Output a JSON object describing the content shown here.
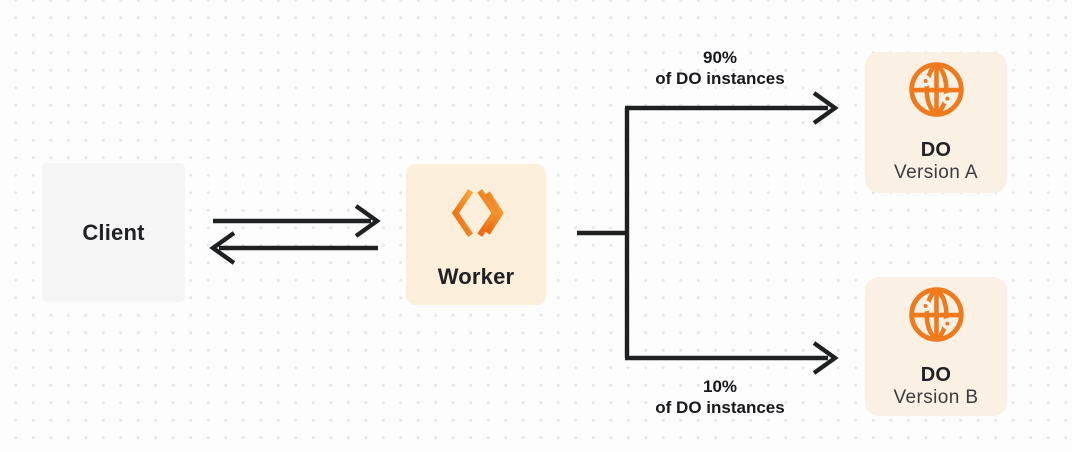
{
  "diagram": {
    "description": "Worker routing traffic between two Durable Object versions"
  },
  "nodes": {
    "client": {
      "label": "Client"
    },
    "worker": {
      "label": "Worker"
    },
    "do_version_a": {
      "title": "DO",
      "subtitle": "Version A"
    },
    "do_version_b": {
      "title": "DO",
      "subtitle": "Version B"
    }
  },
  "edges": {
    "worker_to_version_a": {
      "percent": "90%",
      "caption": "of DO instances"
    },
    "worker_to_version_b": {
      "percent": "10%",
      "caption": "of DO instances"
    }
  },
  "icons": {
    "worker": "workers-logo-icon",
    "durable_object": "globe-icon"
  },
  "colors": {
    "accent_orange": "#ef7a1d",
    "worker_logo_gradient_start": "#e8680f",
    "worker_logo_gradient_end": "#f6a43b",
    "worker_box_bg": "#fbeedb",
    "do_box_bg": "#faf0e3",
    "client_box_bg": "#f5f5f6",
    "connector_line": "#1e2022",
    "background_dot": "#e7e7e8",
    "text_primary": "#1f2125",
    "text_secondary": "#3a3c41"
  }
}
